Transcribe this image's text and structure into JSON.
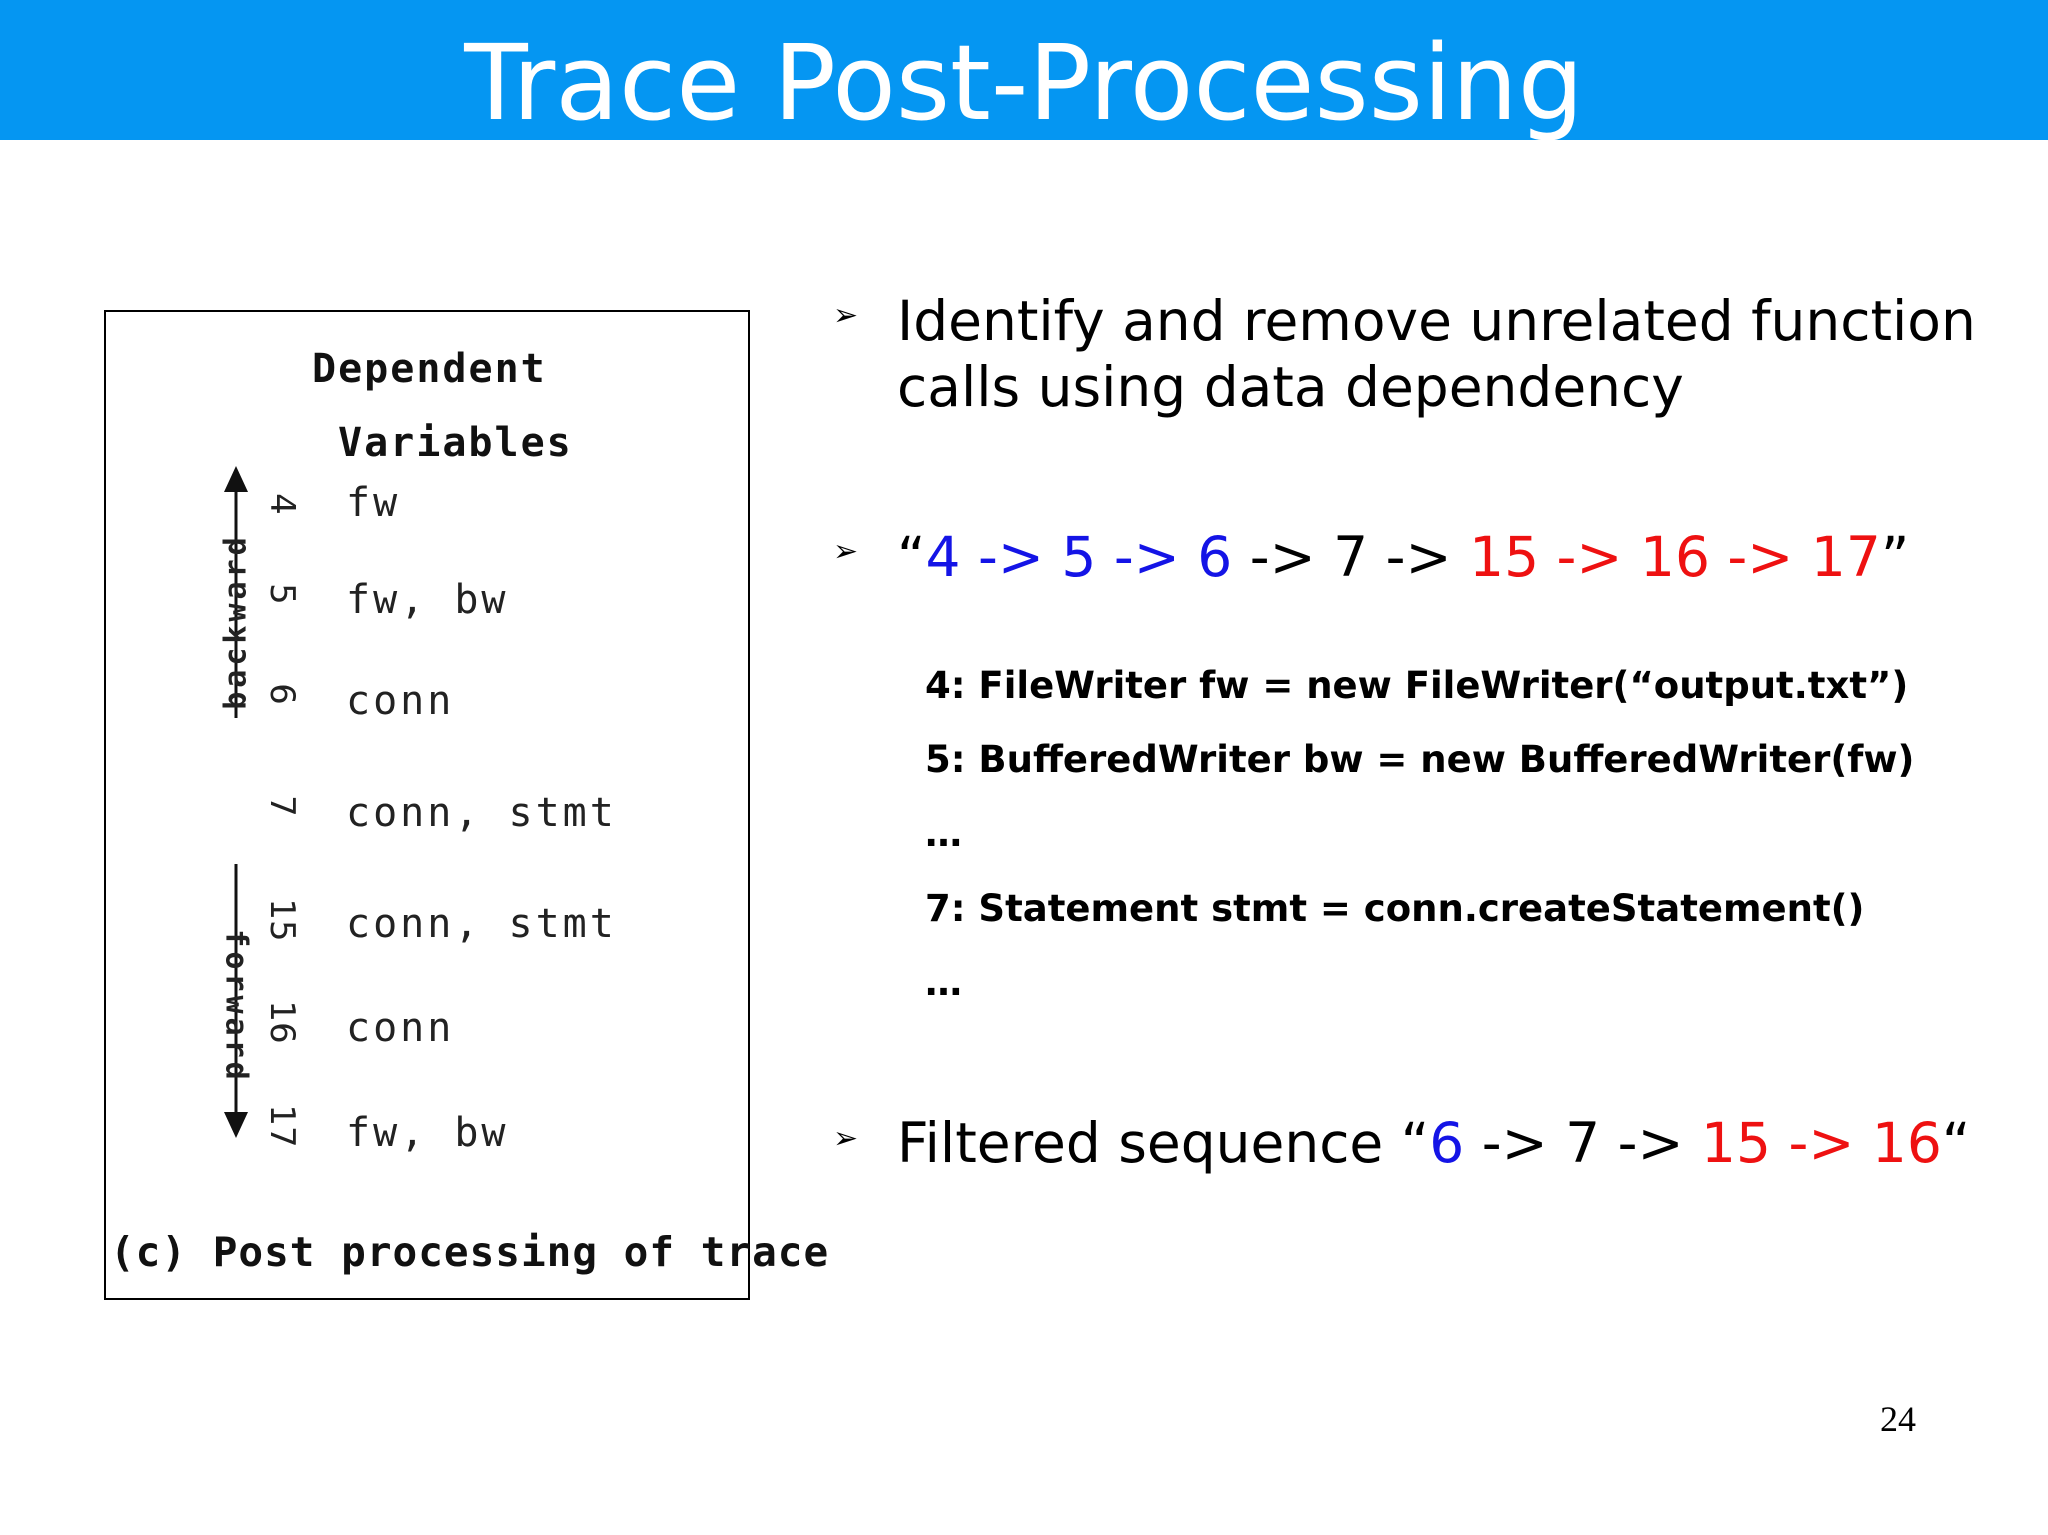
{
  "title": "Trace Post-Processing",
  "figure": {
    "header_line1": "Dependent",
    "header_line2": "Variables",
    "backward_label": "backward",
    "forward_label": "forward",
    "rows": [
      {
        "line": "4",
        "vars": "fw"
      },
      {
        "line": "5",
        "vars": "fw, bw"
      },
      {
        "line": "6",
        "vars": "conn"
      },
      {
        "line": "7",
        "vars": "conn, stmt"
      },
      {
        "line": "15",
        "vars": "conn, stmt"
      },
      {
        "line": "16",
        "vars": "conn"
      },
      {
        "line": "17",
        "vars": "fw, bw"
      }
    ],
    "caption": "(c) Post processing of trace"
  },
  "bullets": {
    "b1_line1": "Identify and remove unrelated function",
    "b1_line2": "calls using data dependency",
    "b2": {
      "open_quote": "“",
      "blue_part": "4 -> 5 -> 6",
      "mid_part": " -> 7 -> ",
      "red_part": "15 -> 16 -> 17",
      "close_quote": "”"
    },
    "b3": {
      "prefix": "Filtered sequence “",
      "blue_part": "6",
      "mid_part": " -> 7 -> ",
      "red_part": "15 -> 16",
      "close_quote": "“"
    }
  },
  "code_lines": [
    "4: FileWriter fw = new FileWriter(“output.txt”)",
    "5: BufferedWriter bw = new BufferedWriter(fw)",
    "…",
    "7: Statement stmt = conn.createStatement()",
    "…"
  ],
  "page_number": "24"
}
